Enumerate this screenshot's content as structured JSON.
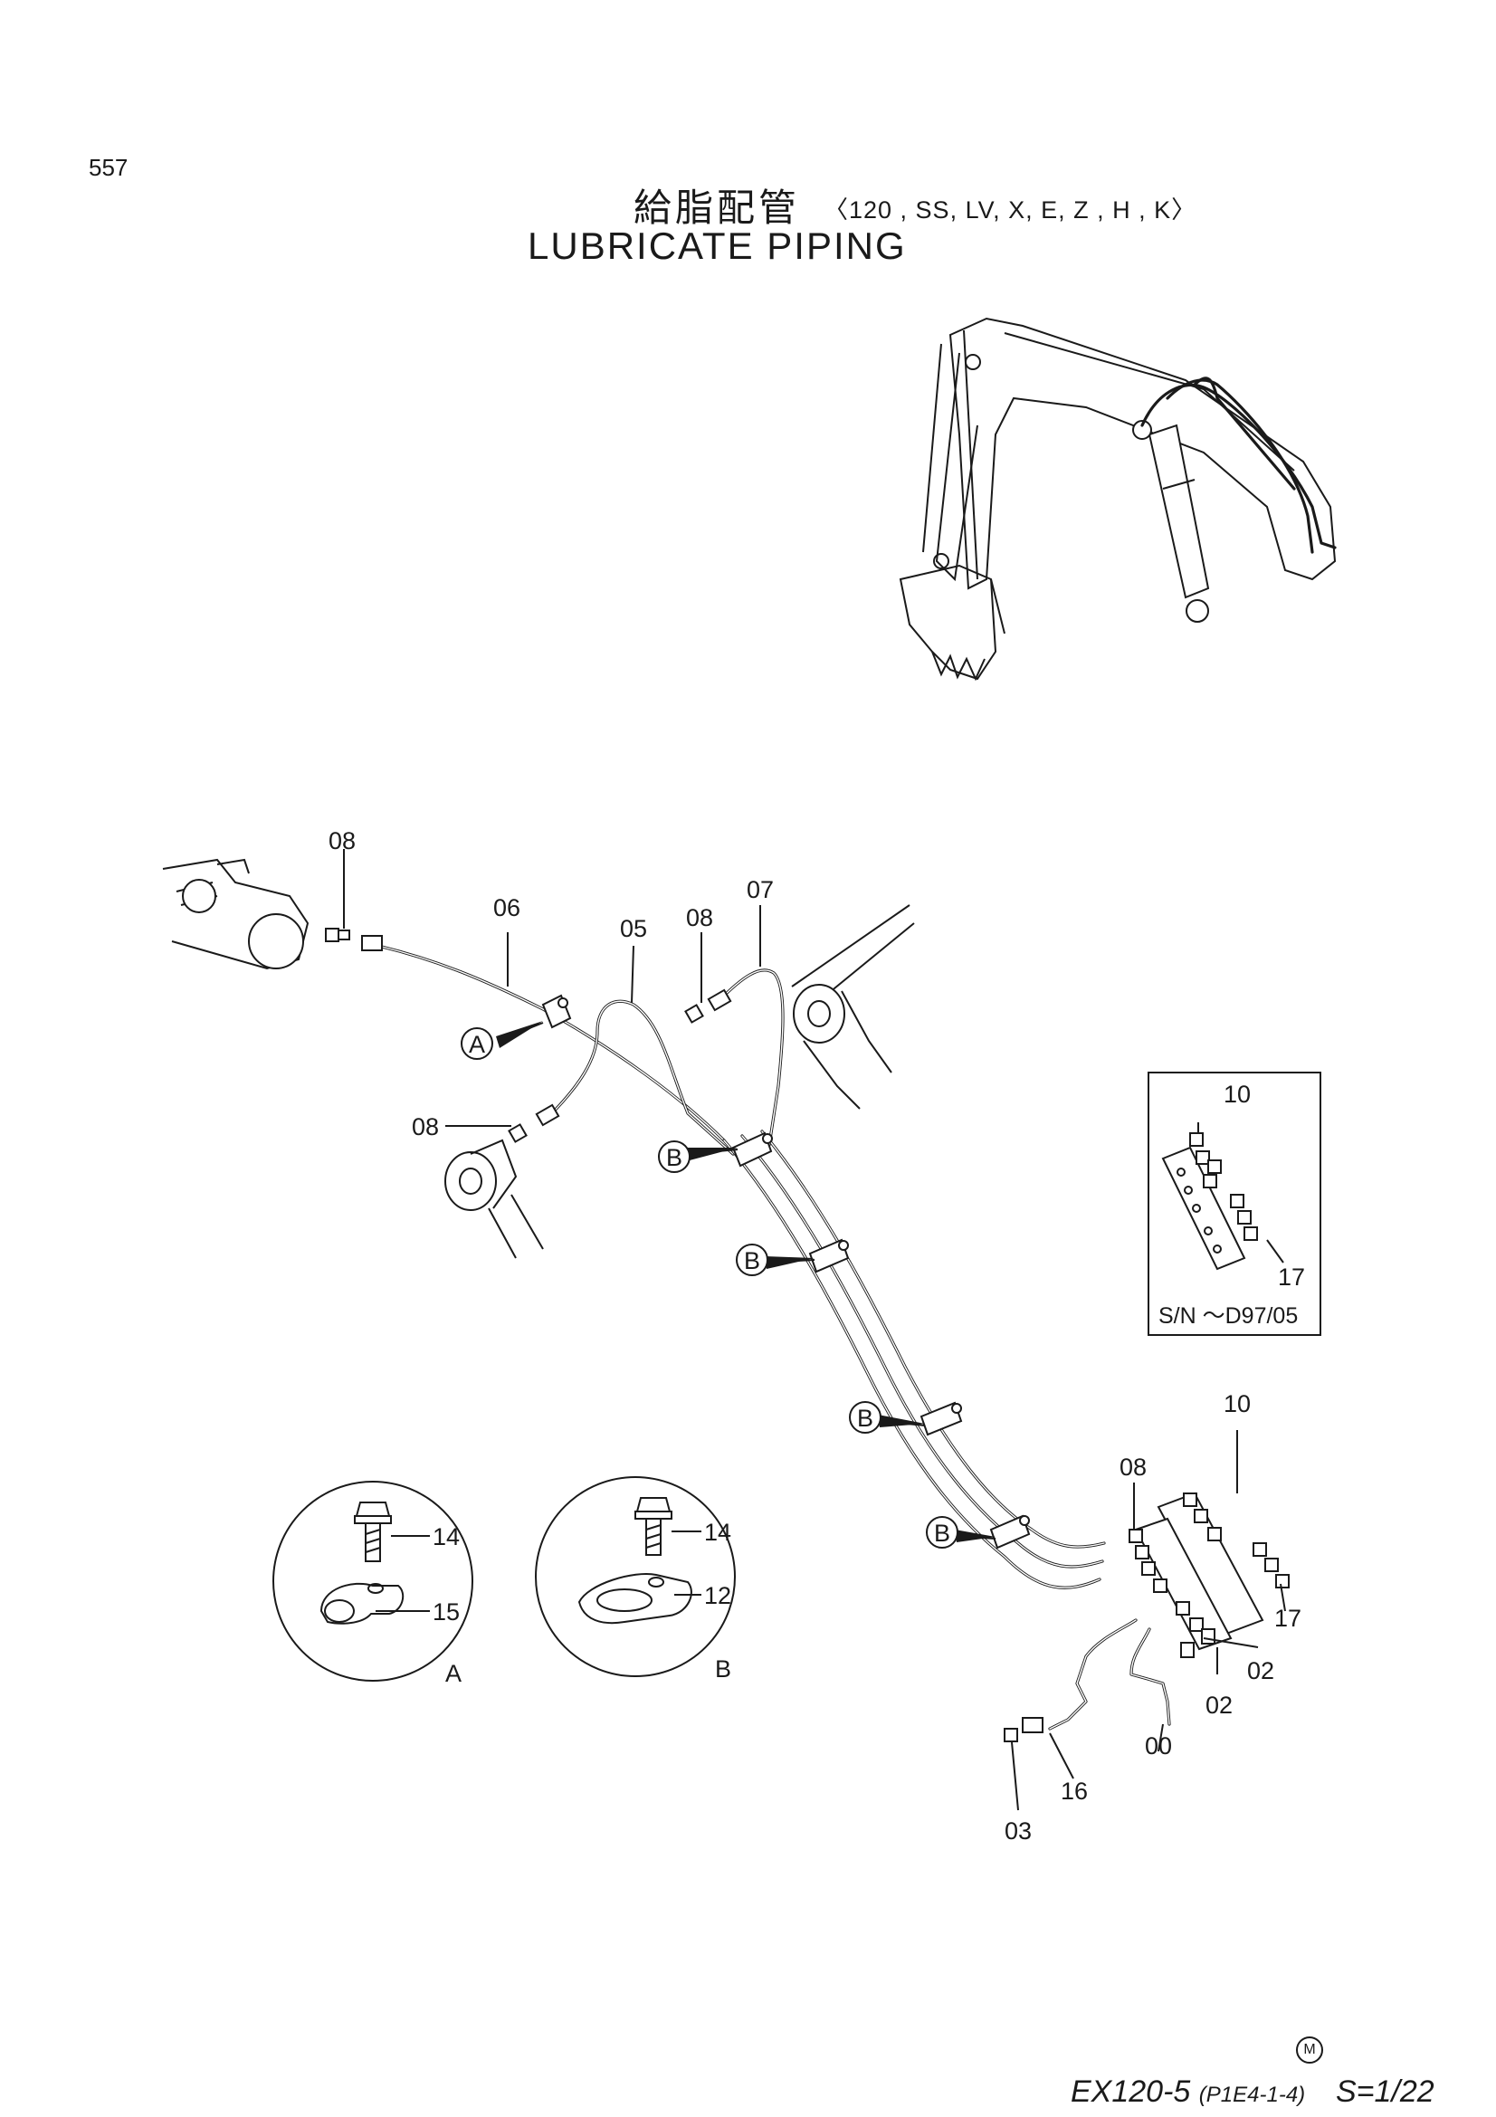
{
  "header": {
    "page_number": "557",
    "title_jp": "給脂配管",
    "title_variants": "〈120 , SS, LV, X, E, Z , H , K〉",
    "title_en": "LUBRICATE  PIPING"
  },
  "diagram": {
    "part_labels": {
      "p08_top": "08",
      "p06": "06",
      "p05": "05",
      "p08_mid": "08",
      "p07": "07",
      "p08_left": "08",
      "p10_inset": "10",
      "p17_inset": "17",
      "p10_main": "10",
      "p08_main": "08",
      "p17_main": "17",
      "p02_a": "02",
      "p02_b": "02",
      "p00": "00",
      "p16": "16",
      "p03": "03",
      "p14_a": "14",
      "p15": "15",
      "p14_b": "14",
      "p12": "12"
    },
    "callouts": {
      "a_main": "A",
      "b_1": "B",
      "b_2": "B",
      "b_3": "B",
      "b_4": "B",
      "detail_a": "A",
      "detail_b": "B"
    },
    "inset_serial": "S/N  ～D97/05"
  },
  "footer": {
    "mark": "M",
    "model": "EX120-5",
    "code": "(P1E4-1-4)",
    "scale": "S=1/22"
  }
}
